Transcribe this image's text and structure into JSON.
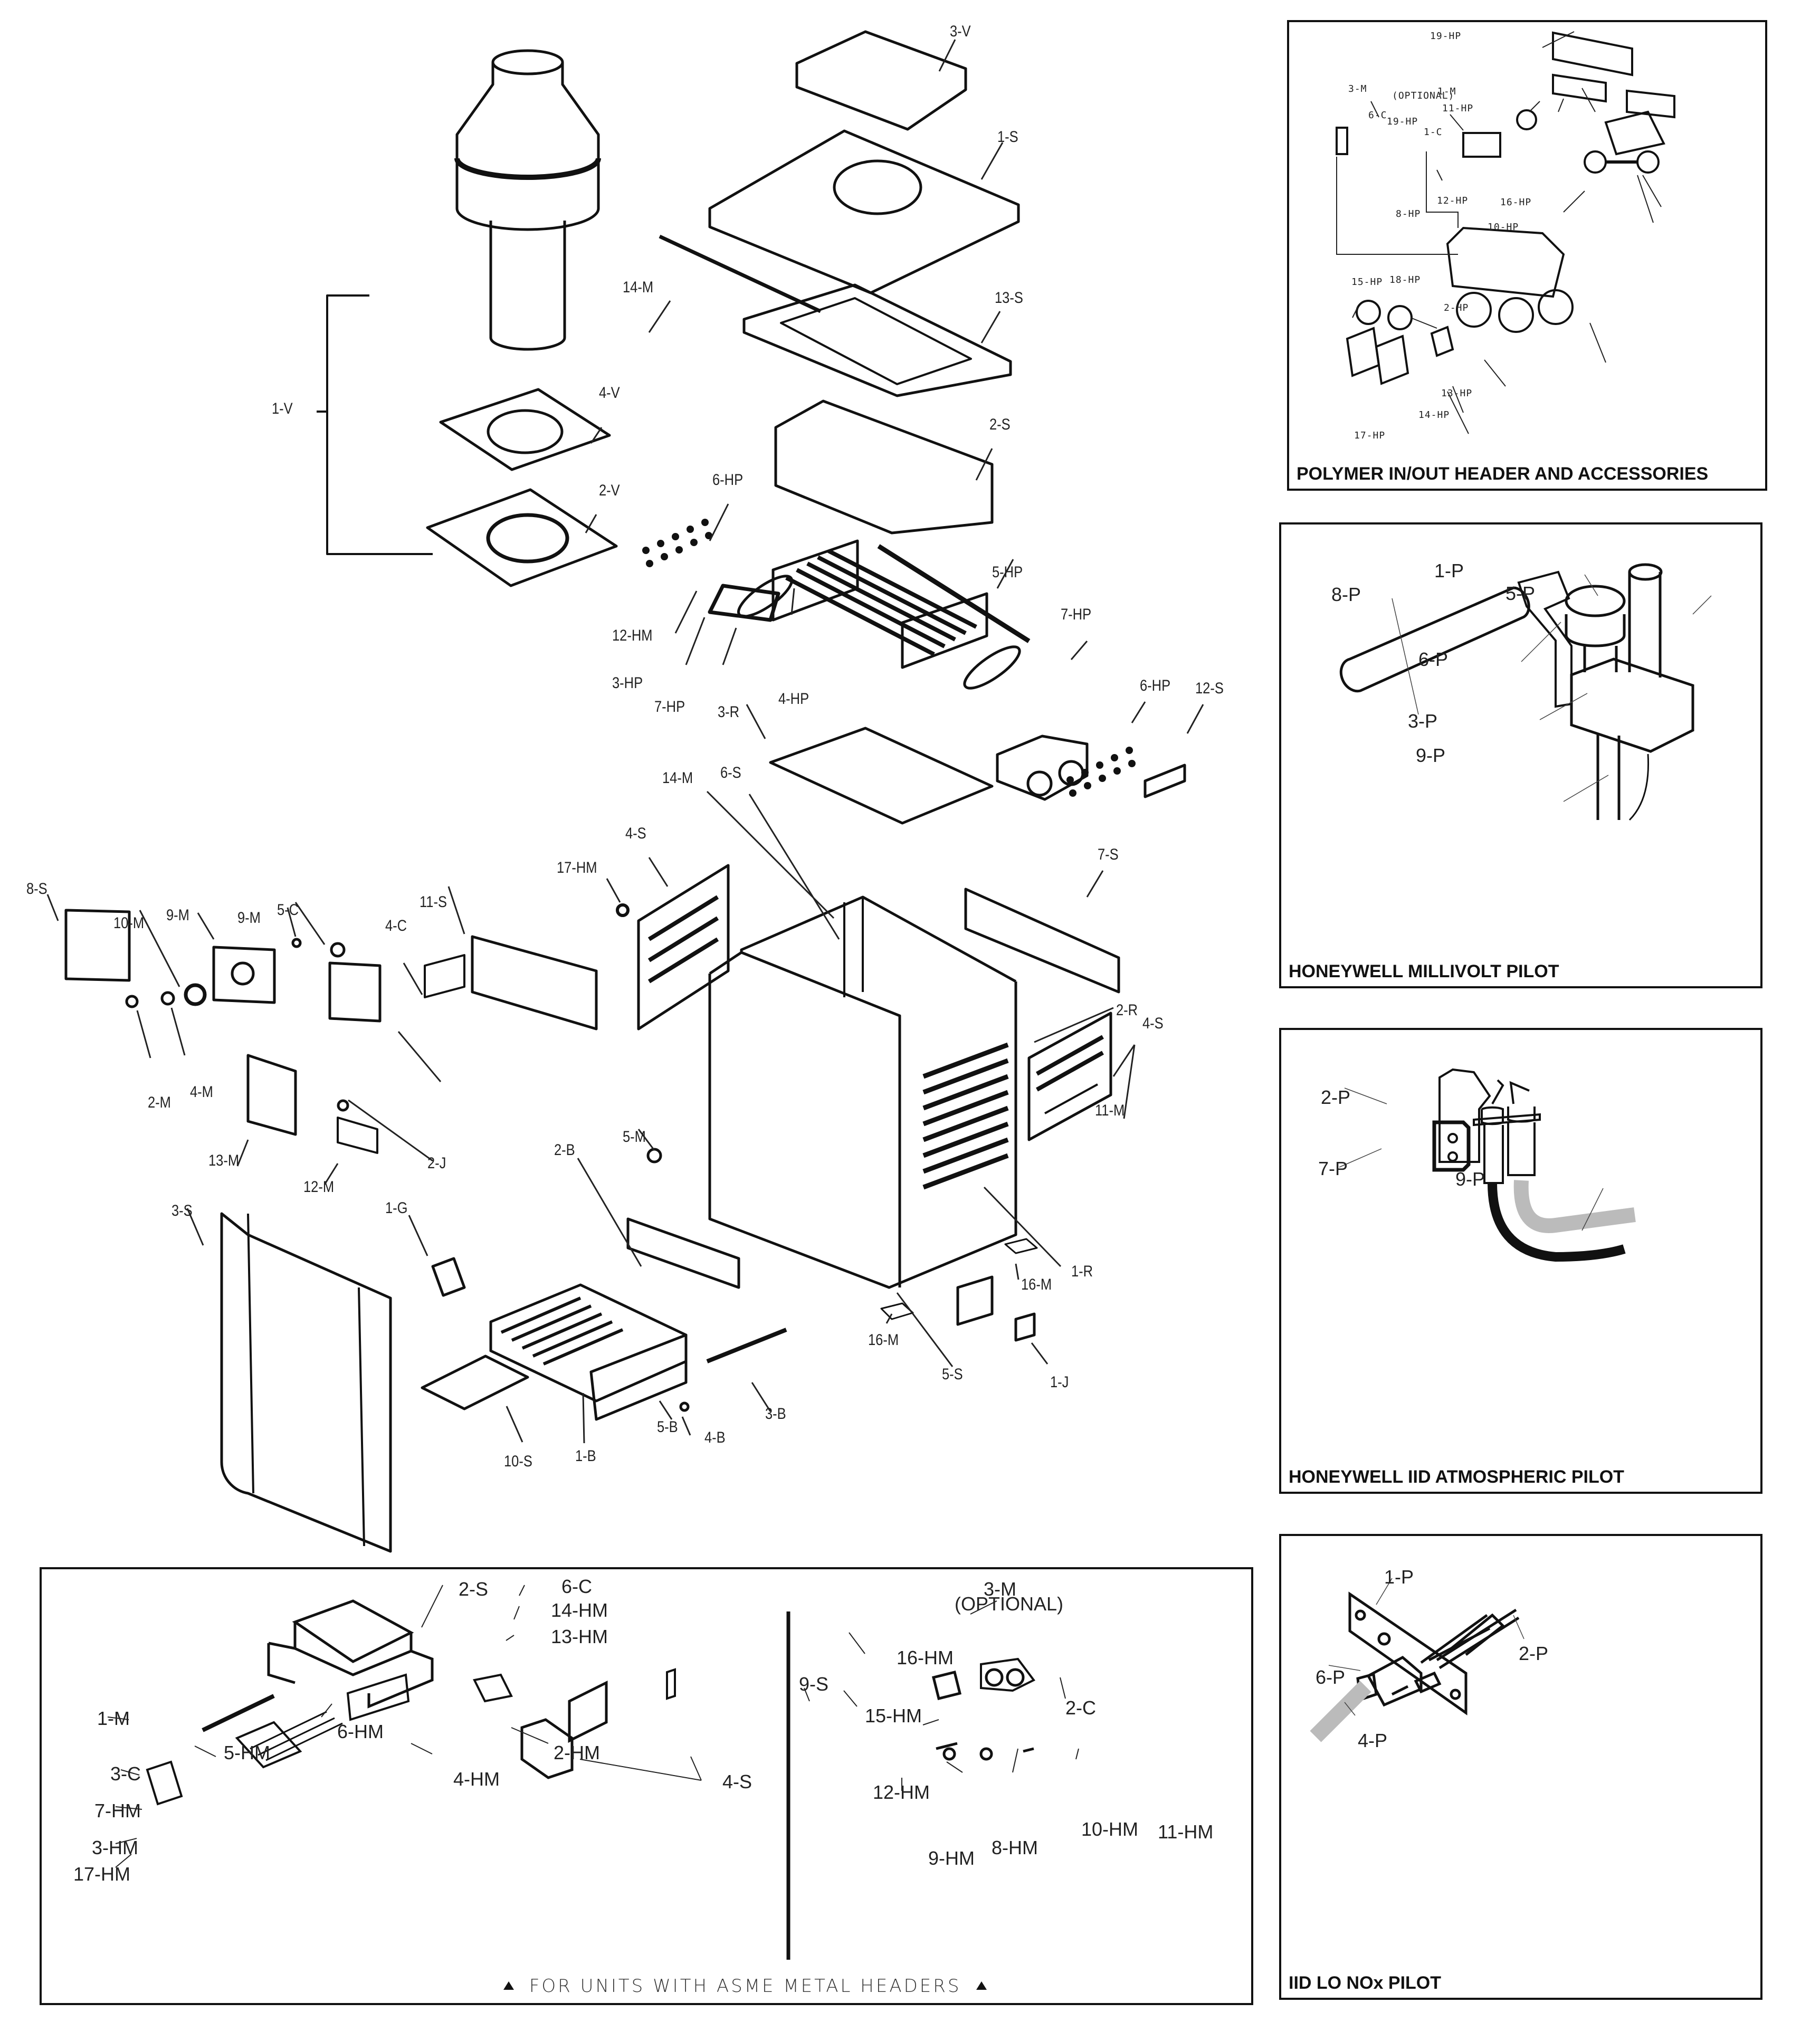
{
  "main_diagram": {
    "labels": [
      "3-V",
      "1-S",
      "14-M",
      "13-S",
      "1-V",
      "4-V",
      "2-V",
      "2-S",
      "6-HP",
      "5-HP",
      "7-HP",
      "12-HM",
      "3-HP",
      "7-HP",
      "4-HP",
      "6-HP",
      "12-S",
      "3-R",
      "6-S",
      "14-M",
      "4-S",
      "17-HM",
      "11-S",
      "7-S",
      "8-S",
      "10-M",
      "9-M",
      "5-C",
      "9-M",
      "4-C",
      "2-R",
      "4-S",
      "2-M",
      "4-M",
      "11-M",
      "13-M",
      "2-J",
      "12-M",
      "5-M",
      "2-B",
      "1-R",
      "3-S",
      "1-G",
      "16-M",
      "16-M",
      "5-S",
      "1-J",
      "3-B",
      "5-B",
      "4-B",
      "1-B",
      "10-S"
    ]
  },
  "asme_panel": {
    "labels": [
      "2-S",
      "6-C",
      "14-HM",
      "13-HM",
      "1-M",
      "9-S",
      "5-HM",
      "6-HM",
      "2-HM",
      "3-C",
      "4-HM",
      "7-HM",
      "3-HM",
      "4-S",
      "17-HM",
      "3-M",
      "(OPTIONAL)",
      "16-HM",
      "15-HM",
      "2-C",
      "12-HM",
      "10-HM",
      "11-HM",
      "8-HM",
      "9-HM"
    ],
    "footnote": "FOR UNITS WITH ASME METAL HEADERS"
  },
  "polymer_panel": {
    "title": "POLYMER IN/OUT HEADER AND ACCESSORIES",
    "labels": [
      "19-HP",
      "3-M",
      "(OPTIONAL)",
      "1-M",
      "6-C",
      "19-HP",
      "11-HP",
      "1-C",
      "12-HP",
      "16-HP",
      "8-HP",
      "10-HP",
      "18-HP",
      "15-HP",
      "2-HP",
      "13-HP",
      "14-HP",
      "17-HP"
    ]
  },
  "millivolt_panel": {
    "title": "HONEYWELL MILLIVOLT PILOT",
    "labels": [
      "1-P",
      "8-P",
      "5-P",
      "6-P",
      "3-P",
      "9-P"
    ]
  },
  "iid_atmo_panel": {
    "title": "HONEYWELL IID ATMOSPHERIC PILOT",
    "labels": [
      "2-P",
      "7-P",
      "9-P"
    ]
  },
  "lonox_panel": {
    "title": "IID LO NOx PILOT",
    "labels": [
      "1-P",
      "2-P",
      "6-P",
      "4-P"
    ]
  }
}
